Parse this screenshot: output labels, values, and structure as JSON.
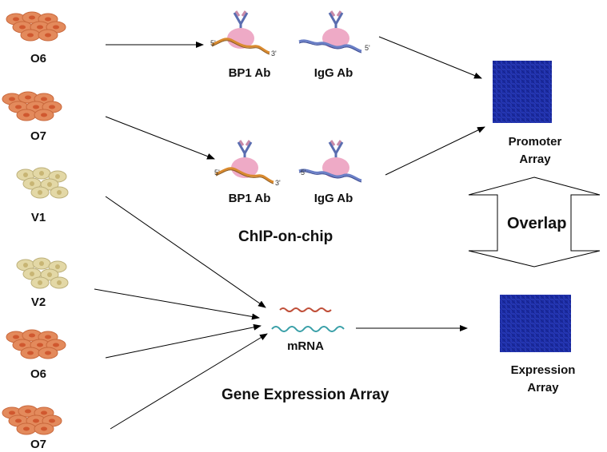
{
  "cells": {
    "o6_top": "O6",
    "o7_top": "O7",
    "v1": "V1",
    "v2": "V2",
    "o6_bottom": "O6",
    "o7_bottom": "O7"
  },
  "chip": {
    "bp1_top": "BP1 Ab",
    "igg_top": "IgG Ab",
    "bp1_bottom": "BP1 Ab",
    "igg_bottom": "IgG Ab",
    "title": "ChIP-on-chip",
    "five_prime": "5'",
    "three_prime": "3'"
  },
  "expression": {
    "mrna": "mRNA",
    "title": "Gene Expression Array"
  },
  "arrays": {
    "promoter_line1": "Promoter",
    "promoter_line2": "Array",
    "expression_line1": "Expression",
    "expression_line2": "Array",
    "overlap": "Overlap"
  },
  "colors": {
    "orange_cell": "#e38a5c",
    "orange_cell_edge": "#c9683c",
    "orange_nucleus": "#d0582f",
    "beige_cell": "#e3d8a6",
    "beige_cell_edge": "#bdb07a",
    "beige_nucleus": "#c8b574",
    "array_blue": "#1a2aa0",
    "protein_pink": "#eeaac6",
    "dna_orange": "#d98a2f",
    "dna_blue": "#6a7fc6",
    "antibody_blue": "#5a6db0",
    "mrna_red": "#c0503a",
    "mrna_teal": "#3aa0a8"
  }
}
